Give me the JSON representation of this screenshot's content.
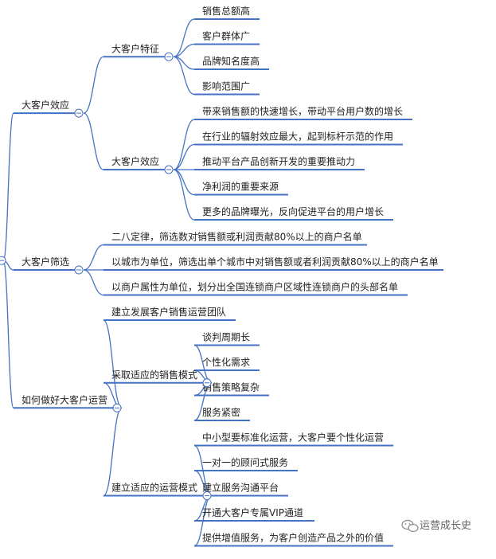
{
  "root": {
    "children": [
      {
        "label": "大客户效应",
        "children": [
          {
            "label": "大客户特征",
            "children": [
              {
                "label": "销售总额高"
              },
              {
                "label": "客户群体广"
              },
              {
                "label": "品牌知名度高"
              },
              {
                "label": "影响范围广"
              }
            ]
          },
          {
            "label": "大客户效应",
            "children": [
              {
                "label": "带来销售额的快速增长，带动平台用户数的增长"
              },
              {
                "label": "在行业的辐射效应最大，起到标杆示范的作用"
              },
              {
                "label": "推动平台产品创新开发的重要推动力"
              },
              {
                "label": "净利润的重要来源"
              },
              {
                "label": "更多的品牌曝光，反向促进平台的用户增长"
              }
            ]
          }
        ]
      },
      {
        "label": "大客户筛选",
        "children": [
          {
            "label": "二八定律，筛选数对销售额或利润贡献80%以上的商户名单"
          },
          {
            "label": "以城市为单位，筛选出单个城市中对销售额或者利润贡献80%以上的商户名单"
          },
          {
            "label": "以商户属性为单位，划分出全国连锁商户区域性连锁商户的头部名单"
          }
        ]
      },
      {
        "label": "如何做好大客户运营",
        "children": [
          {
            "label": "建立发展客户销售运营团队"
          },
          {
            "label": "采取适应的销售模式",
            "children": [
              {
                "label": "谈判周期长"
              },
              {
                "label": "个性化需求"
              },
              {
                "label": "销售策略复杂"
              },
              {
                "label": "服务紧密"
              }
            ]
          },
          {
            "label": "建立适应的运营模式",
            "children": [
              {
                "label": "中小型要标准化运营，大客户要个性化运营"
              },
              {
                "label": "一对一的顾问式服务"
              },
              {
                "label": "建立服务沟通平台"
              },
              {
                "label": "开通大客户专属VIP通道"
              },
              {
                "label": "提供增值服务，为客户创造产品之外的价值"
              }
            ]
          }
        ]
      }
    ]
  },
  "watermark": {
    "text": "运营成长史",
    "icon": "wechat-icon"
  },
  "colors": {
    "line": "#4472c4",
    "text": "#222222"
  }
}
